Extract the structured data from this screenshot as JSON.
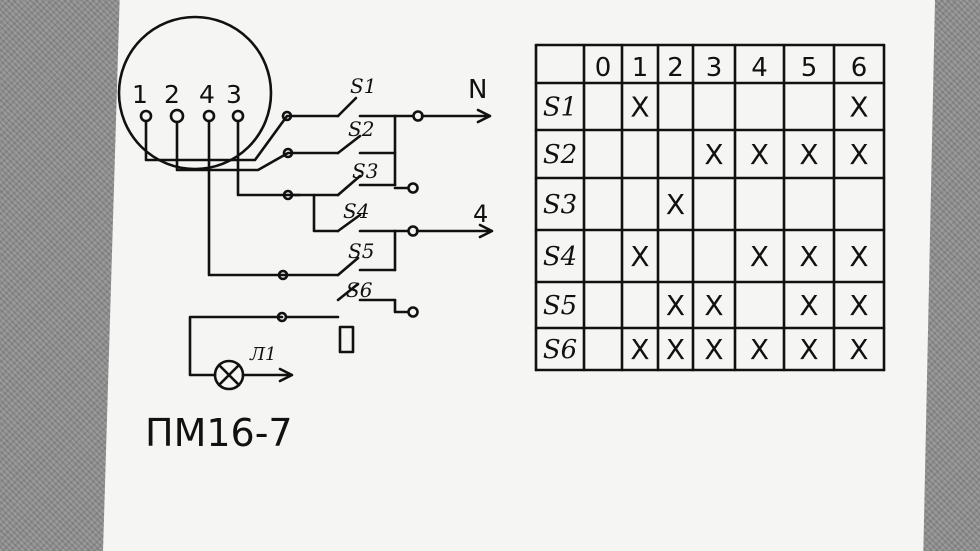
{
  "motor": {
    "terminals": [
      "1",
      "2",
      "4",
      "3"
    ]
  },
  "switches": [
    "S1",
    "S2",
    "S3",
    "S4",
    "S5",
    "S6"
  ],
  "outputs": {
    "n_label": "N",
    "four_label": "4",
    "lamp_label": "Л1"
  },
  "model": "ПМ16-7",
  "table": {
    "positions": [
      "0",
      "1",
      "2",
      "3",
      "4",
      "5",
      "6"
    ],
    "rows": [
      {
        "label": "S1",
        "marks": [
          "",
          "X",
          "",
          "",
          "",
          "",
          "X"
        ]
      },
      {
        "label": "S2",
        "marks": [
          "",
          "",
          "",
          "X",
          "X",
          "X",
          "X"
        ]
      },
      {
        "label": "S3",
        "marks": [
          "",
          "",
          "X",
          "",
          "",
          "",
          ""
        ]
      },
      {
        "label": "S4",
        "marks": [
          "",
          "X",
          "",
          "",
          "X",
          "X",
          "X"
        ]
      },
      {
        "label": "S5",
        "marks": [
          "",
          "",
          "X",
          "X",
          "",
          "X",
          "X"
        ]
      },
      {
        "label": "S6",
        "marks": [
          "",
          "X",
          "X",
          "X",
          "X",
          "X",
          "X"
        ]
      }
    ]
  }
}
